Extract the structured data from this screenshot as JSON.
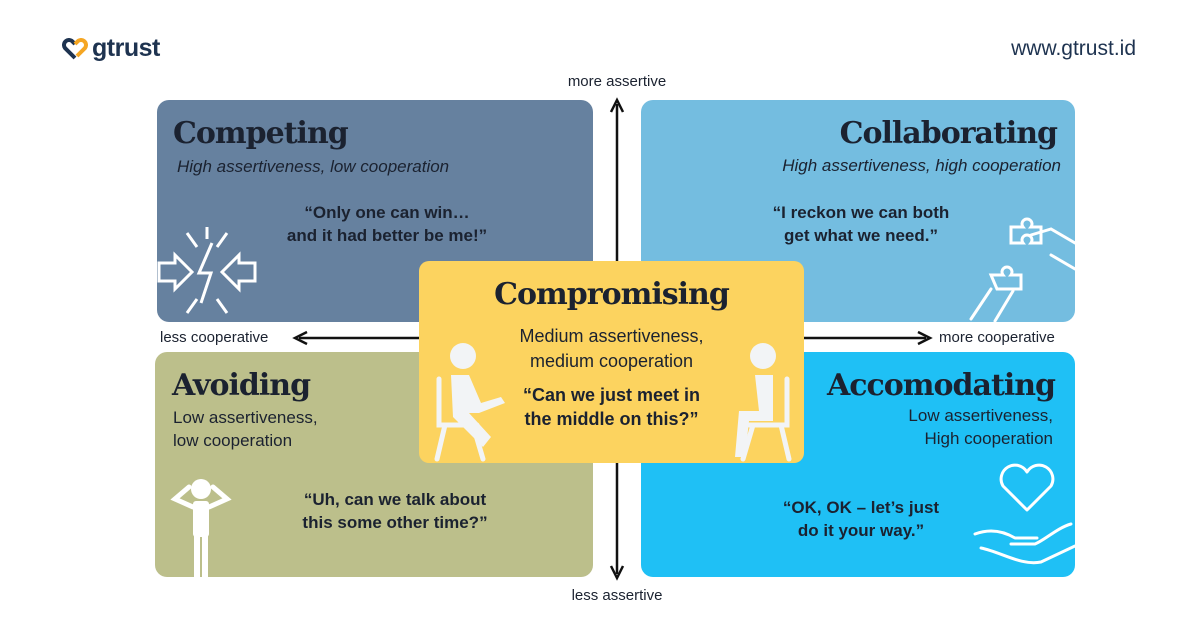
{
  "header": {
    "logo_text": "gtrust",
    "website": "www.gtrust.id"
  },
  "axes": {
    "top": "more assertive",
    "bottom": "less assertive",
    "left": "less cooperative",
    "right": "more cooperative"
  },
  "quadrants": {
    "competing": {
      "title": "Competing",
      "subtitle": "High assertiveness, low cooperation",
      "quote_line1": "“Only one can win…",
      "quote_line2": "and it had better be me!”",
      "color": "#66819f"
    },
    "collaborating": {
      "title": "Collaborating",
      "subtitle": "High assertiveness, high cooperation",
      "quote_line1": "“I reckon we can both",
      "quote_line2": "get what we need.”",
      "color": "#74bde0"
    },
    "avoiding": {
      "title": "Avoiding",
      "subtitle_line1": "Low assertiveness,",
      "subtitle_line2": "low cooperation",
      "quote_line1": "“Uh, can we talk about",
      "quote_line2": "this some other time?”",
      "color": "#bcbf8b"
    },
    "accomodating": {
      "title": "Accomodating",
      "subtitle_line1": "Low assertiveness,",
      "subtitle_line2": "High cooperation",
      "quote_line1": "“OK, OK – let’s just",
      "quote_line2": "do it your way.”",
      "color": "#1fc0f5"
    },
    "compromising": {
      "title": "Compromising",
      "subtitle_line1": "Medium assertiveness,",
      "subtitle_line2": "medium cooperation",
      "quote_line1": "“Can we just meet in",
      "quote_line2": "the middle on this?”",
      "color": "#fcd35f"
    }
  }
}
